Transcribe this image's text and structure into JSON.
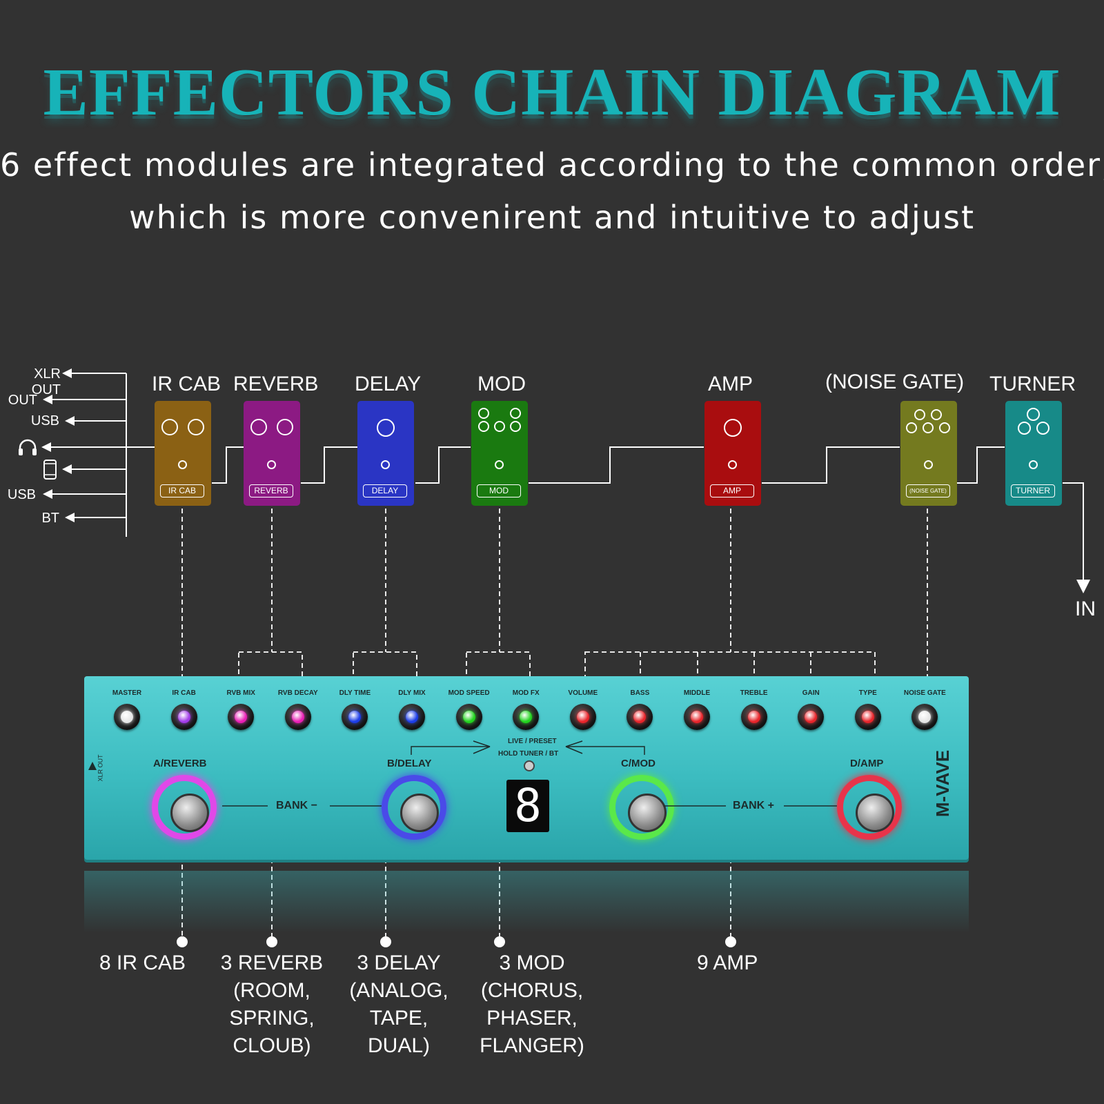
{
  "title": "EFFECTORS CHAIN DIAGRAM",
  "subtitle": {
    "line1": "6 effect modules are integrated according to the common order,",
    "line2": "which is more convenirent and intuitive to adjust"
  },
  "outputs": [
    "XLR OUT",
    "OUT",
    "USB",
    "headphone-icon",
    "phone-icon",
    "USB",
    "BT"
  ],
  "modules": [
    {
      "label": "IR CAB",
      "tag": "IR CAB",
      "color": "#8b6114"
    },
    {
      "label": "REVERB",
      "tag": "REVERB",
      "color": "#8c1a83"
    },
    {
      "label": "DELAY",
      "tag": "DELAY",
      "color": "#2a35c4"
    },
    {
      "label": "MOD",
      "tag": "MOD",
      "color": "#1a7a10"
    },
    {
      "label": "AMP",
      "tag": "AMP",
      "color": "#a90d0f"
    },
    {
      "label": "(NOISE GATE)",
      "tag": "(NOISE GATE)",
      "color": "#747a1f"
    },
    {
      "label": "TURNER",
      "tag": "TURNER",
      "color": "#178a88"
    }
  ],
  "input_label": "IN",
  "device": {
    "knobs": [
      {
        "label": "MASTER",
        "color": "#e6e6e6"
      },
      {
        "label": "IR CAB",
        "color": "#a23be8"
      },
      {
        "label": "RVB MIX",
        "color": "#e81eb4"
      },
      {
        "label": "RVB DECAY",
        "color": "#e81eb4"
      },
      {
        "label": "DLY TIME",
        "color": "#1c3de8"
      },
      {
        "label": "DLY MIX",
        "color": "#1c3de8"
      },
      {
        "label": "MOD SPEED",
        "color": "#22d41e"
      },
      {
        "label": "MOD FX",
        "color": "#22d41e"
      },
      {
        "label": "VOLUME",
        "color": "#e8242a"
      },
      {
        "label": "BASS",
        "color": "#e8242a"
      },
      {
        "label": "MIDDLE",
        "color": "#e8242a"
      },
      {
        "label": "TREBLE",
        "color": "#e8242a"
      },
      {
        "label": "GAIN",
        "color": "#e8242a"
      },
      {
        "label": "TYPE",
        "color": "#e8242a"
      },
      {
        "label": "NOISE GATE",
        "color": "#e6e6e6"
      }
    ],
    "switches": [
      {
        "label": "A/REVERB",
        "ring": "#e048e8"
      },
      {
        "label": "B/DELAY",
        "ring": "#4a4ae8"
      },
      {
        "label": "C/MOD",
        "ring": "#5ae84a"
      },
      {
        "label": "D/AMP",
        "ring": "#e8344a"
      }
    ],
    "bank_minus": "BANK −",
    "bank_plus": "BANK +",
    "preset_text": "LIVE / PRESET",
    "hold_text": "HOLD TUNER / BT",
    "display_digit": "8",
    "brand": "M-VAVE",
    "xlr_side": "XLR OUT"
  },
  "summary": {
    "ir_cab": "8 IR CAB",
    "reverb": [
      "3 REVERB",
      "(ROOM,",
      "SPRING,",
      "CLOUB)"
    ],
    "delay": [
      "3 DELAY",
      "(ANALOG,",
      "TAPE,",
      "DUAL)"
    ],
    "mod": [
      "3 MOD",
      "(CHORUS,",
      "PHASER,",
      "FLANGER)"
    ],
    "amp": "9 AMP"
  }
}
